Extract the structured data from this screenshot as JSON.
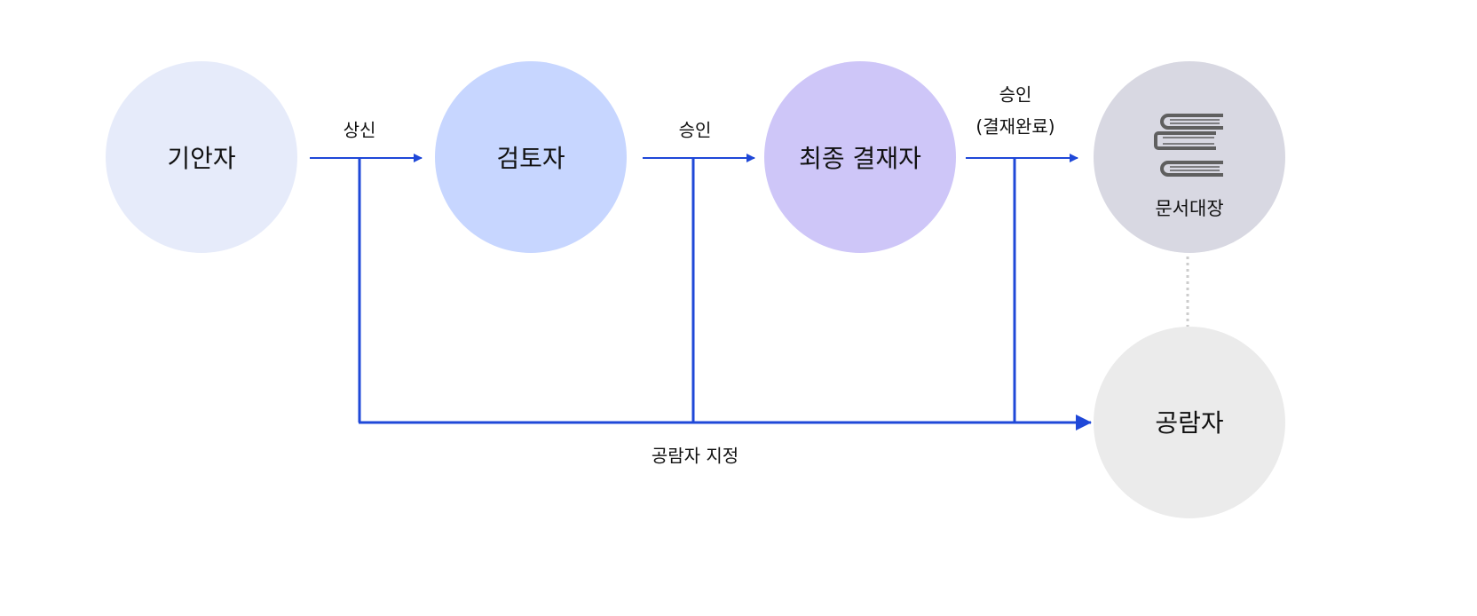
{
  "nodes": {
    "drafter": {
      "label": "기안자",
      "color": "#e6ebfa"
    },
    "reviewer": {
      "label": "검토자",
      "color": "#c7d6ff"
    },
    "final_approver": {
      "label": "최종 결재자",
      "color": "#cec6f8"
    },
    "document_ledger": {
      "label": "문서대장",
      "color": "#d8d8e2",
      "icon": "books-icon"
    },
    "viewer": {
      "label": "공람자",
      "color": "#ebebeb"
    }
  },
  "edges": {
    "submit": "상신",
    "approve": "승인",
    "approve_final": "승인",
    "approve_final_note": "(결재완료)",
    "assign_viewer": "공람자 지정"
  },
  "colors": {
    "arrow": "#1f48d8",
    "dotted": "#cccccc",
    "icon": "#5f5f5f"
  }
}
